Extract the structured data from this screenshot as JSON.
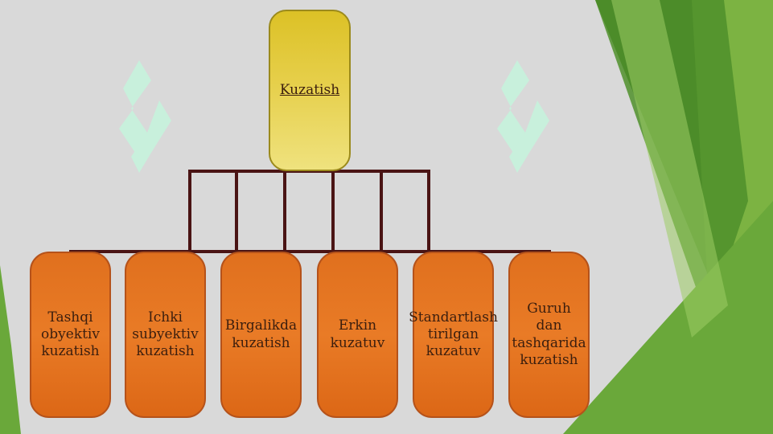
{
  "diagram": {
    "root": {
      "label": "Kuzatish"
    },
    "children": [
      {
        "label": "Tashqi\nobyektiv\nkuzatish"
      },
      {
        "label": "Ichki\nsubyektiv\nkuzatish"
      },
      {
        "label": "Birgalikda\nkuzatish"
      },
      {
        "label": "Erkin\nkuzatuv"
      },
      {
        "label": "Standartlash\ntirilgan\nkuzatuv"
      },
      {
        "label": "Guruh\ndan\ntashqarida\nkuzatish"
      }
    ]
  },
  "colors": {
    "slide_background": "#d9d9d9",
    "root_fill": "#e3c93a",
    "child_fill": "#e6731f",
    "connector": "#4a1414",
    "accent_green_dark": "#3f7a22",
    "accent_green_light": "#7cb342",
    "watermark": "#c8f0dc"
  }
}
